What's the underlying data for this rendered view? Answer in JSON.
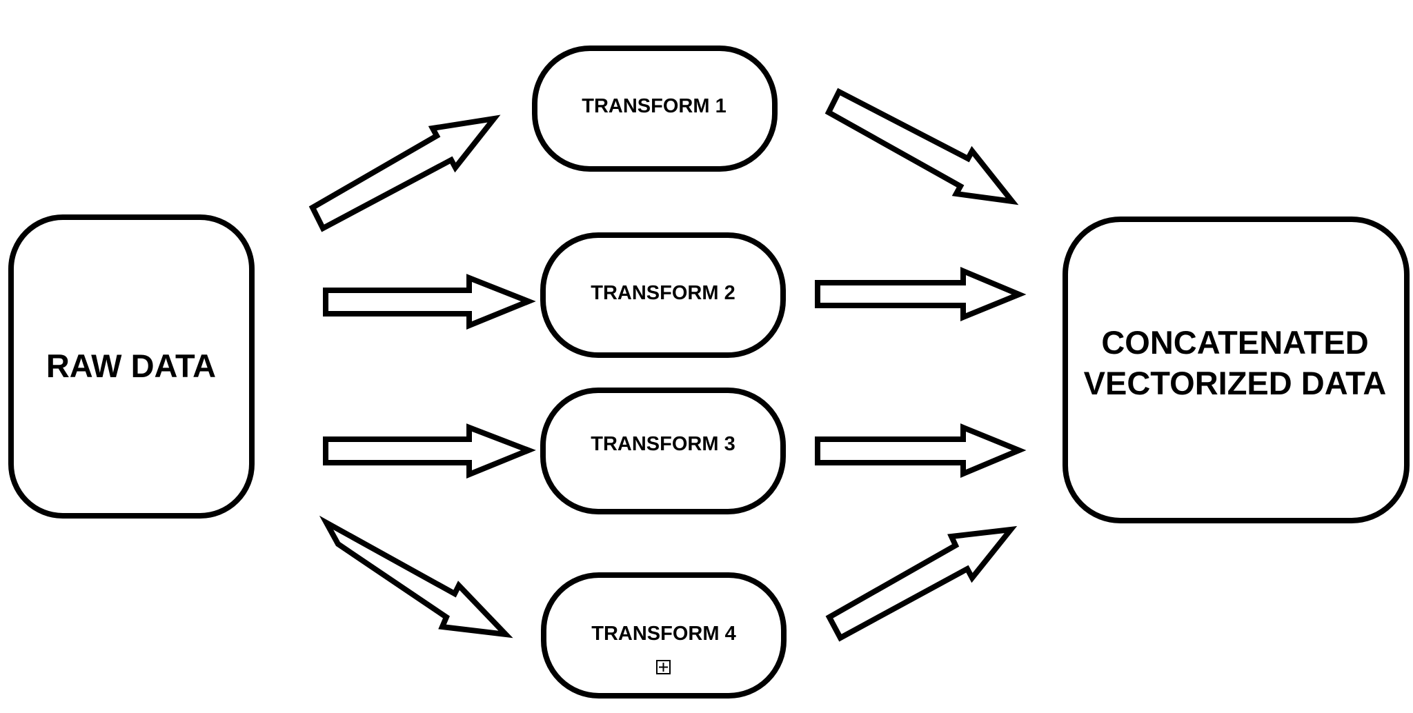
{
  "nodes": {
    "raw_data": {
      "label": "RAW DATA"
    },
    "transform_1": {
      "label": "TRANSFORM 1"
    },
    "transform_2": {
      "label": "TRANSFORM 2"
    },
    "transform_3": {
      "label": "TRANSFORM 3"
    },
    "transform_4": {
      "label": "TRANSFORM 4"
    },
    "output": {
      "label_line_1": "CONCATENATED",
      "label_line_2": "VECTORIZED DATA"
    }
  },
  "edges": [
    {
      "from": "RAW DATA",
      "to": "TRANSFORM 1"
    },
    {
      "from": "RAW DATA",
      "to": "TRANSFORM 2"
    },
    {
      "from": "RAW DATA",
      "to": "TRANSFORM 3"
    },
    {
      "from": "RAW DATA",
      "to": "TRANSFORM 4"
    },
    {
      "from": "TRANSFORM 1",
      "to": "CONCATENATED VECTORIZED DATA"
    },
    {
      "from": "TRANSFORM 2",
      "to": "CONCATENATED VECTORIZED DATA"
    },
    {
      "from": "TRANSFORM 3",
      "to": "CONCATENATED VECTORIZED DATA"
    },
    {
      "from": "TRANSFORM 4",
      "to": "CONCATENATED VECTORIZED DATA"
    }
  ],
  "icons": {
    "expand": "expand-icon"
  },
  "colors": {
    "stroke": "#000000",
    "fill": "#ffffff"
  }
}
